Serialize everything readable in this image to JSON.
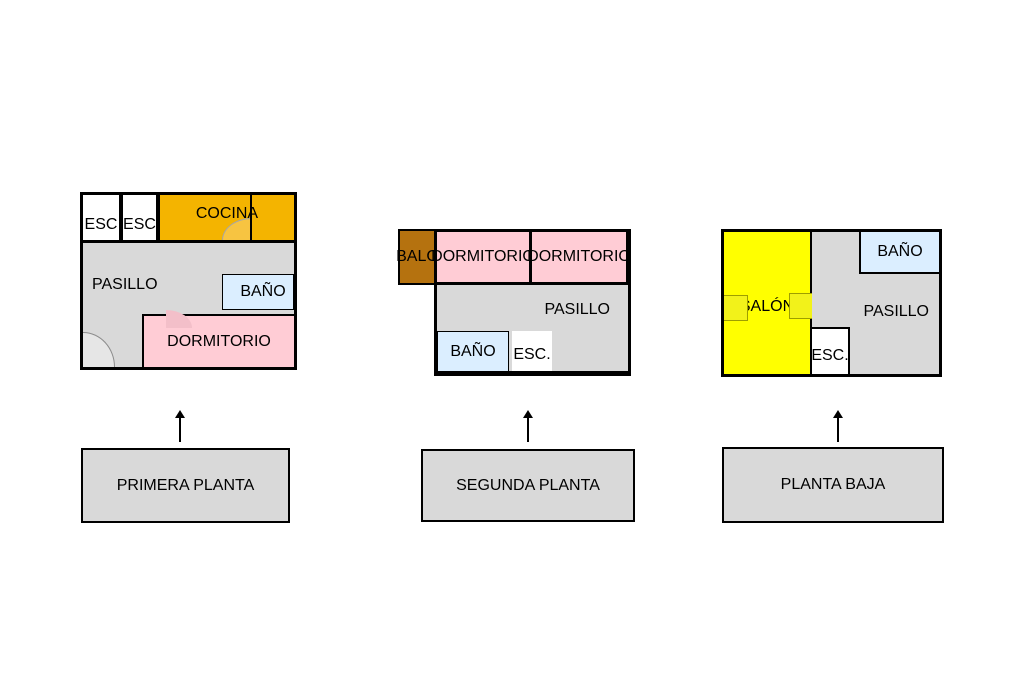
{
  "colors": {
    "corridor": "#d9d9d9",
    "kitchen": "#f4b400",
    "bedroom": "#ffccd5",
    "bathroom": "#dbeeff",
    "balcony": "#b5720f",
    "living": "#ffff00",
    "stairs": "#ffffff"
  },
  "plans": {
    "first": {
      "rooms": {
        "esc_1": "ESC",
        "esc_2": "ESC",
        "kitchen": "COCINA",
        "corridor": "PASILLO",
        "bathroom": "BAÑO",
        "bedroom": "DORMITORIO"
      },
      "caption": "PRIMERA PLANTA"
    },
    "second": {
      "rooms": {
        "balcony": "BALC",
        "bedroom_1": "DORMITORIO",
        "bedroom_2": "DORMITORIO",
        "corridor": "PASILLO",
        "bathroom": "BAÑO",
        "stairs": "ESC."
      },
      "caption": "SEGUNDA PLANTA"
    },
    "ground": {
      "rooms": {
        "living": "SALÓN",
        "bathroom": "BAÑO",
        "stairs": "ESC.",
        "corridor": "PASILLO"
      },
      "caption": "PLANTA BAJA"
    }
  },
  "arrow_icon": "up-arrow-icon"
}
